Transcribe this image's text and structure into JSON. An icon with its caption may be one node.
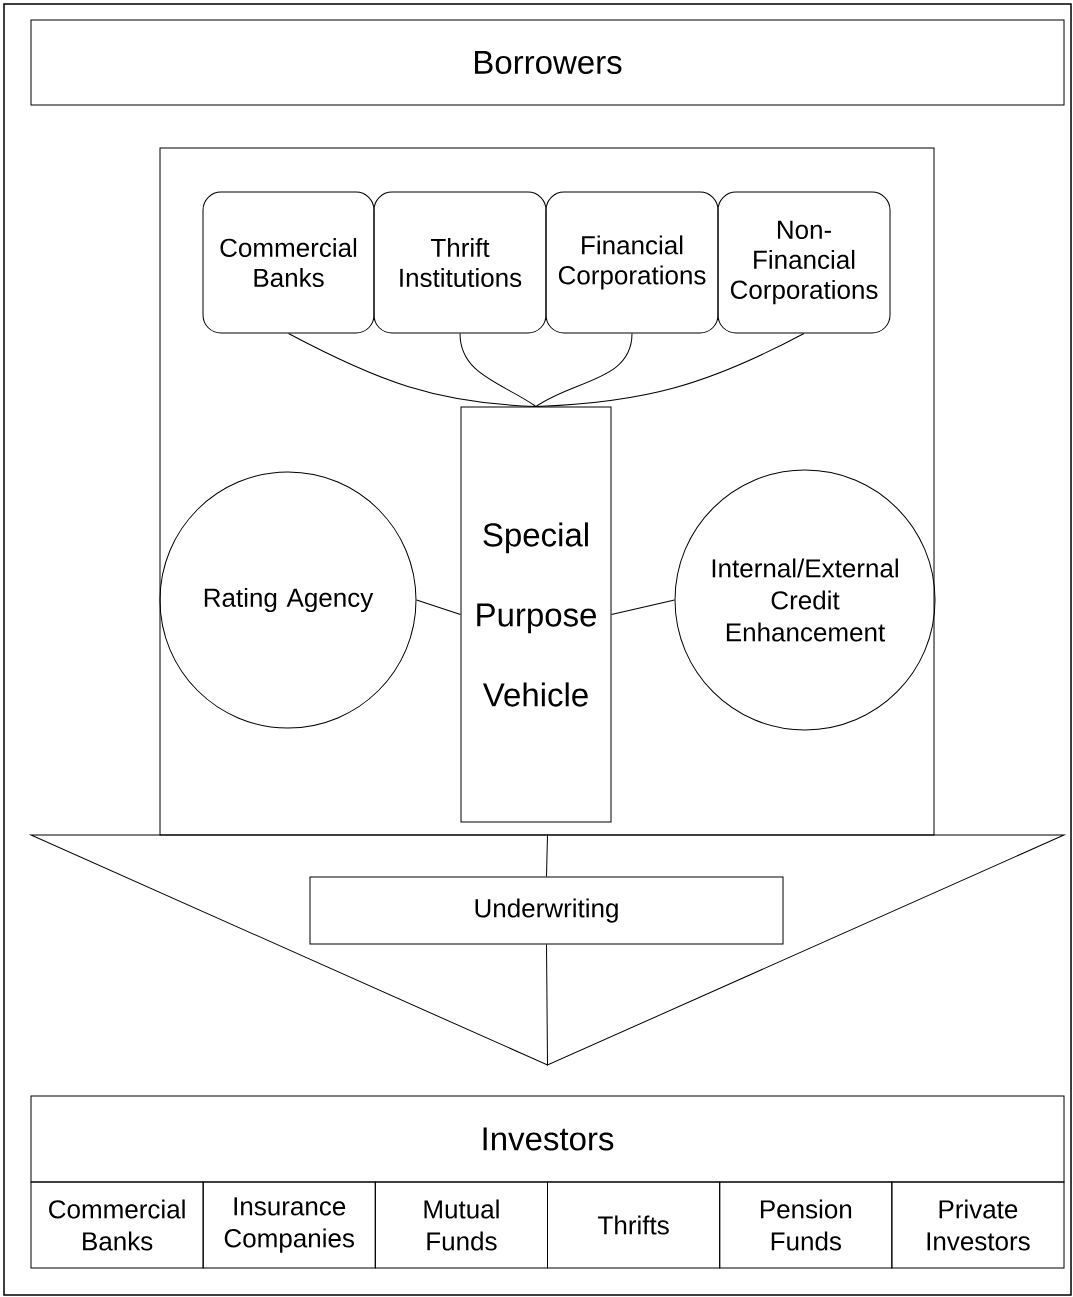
{
  "diagram": {
    "nodes": [
      {
        "text": [
          "Borrowers"
        ]
      },
      {
        "text": [],
        "shape": "box"
      },
      {
        "text": [
          "Commercial Banks"
        ],
        "in": 1
      },
      {
        "text": [
          "Thrift Institutions"
        ],
        "in": 1
      },
      {
        "text": [
          "Financial Corporations"
        ],
        "in": 1
      },
      {
        "text": [
          "Non-Financial Corporations"
        ],
        "in": 1
      },
      {
        "text": [
          "Special Purpose Vehicle"
        ],
        "in": 1
      },
      {
        "text": [
          "Rating Agency"
        ],
        "in": 1
      },
      {
        "text": [
          "Internal/External Credit Enhancement"
        ],
        "in": 1
      },
      {
        "text": [],
        "shape": "triangle"
      },
      {
        "text": [
          "Underwriting"
        ],
        "in": 9
      },
      {
        "text": [
          "Investors"
        ]
      },
      {
        "text": [
          "Commercial Banks"
        ]
      },
      {
        "text": [
          "Insurance Companies"
        ]
      },
      {
        "text": [
          "Mutual Funds"
        ]
      },
      {
        "text": [
          "Thrifts"
        ]
      },
      {
        "text": [
          "Pension Funds"
        ]
      },
      {
        "text": [
          "Private Investors"
        ]
      }
    ],
    "edges": [
      {
        "from": 2,
        "to": 6,
        "arrow": "none"
      },
      {
        "from": 3,
        "to": 6,
        "arrow": "none"
      },
      {
        "from": 4,
        "to": 6,
        "arrow": "none"
      },
      {
        "from": 5,
        "to": 6,
        "arrow": "none"
      },
      {
        "from": 7,
        "to": 6,
        "arrow": "none"
      },
      {
        "from": 6,
        "to": 8,
        "arrow": "none"
      },
      {
        "from": 9,
        "to": 10,
        "arrow": "none"
      },
      {
        "from": 10,
        "to": 9,
        "arrow": "none"
      }
    ]
  }
}
